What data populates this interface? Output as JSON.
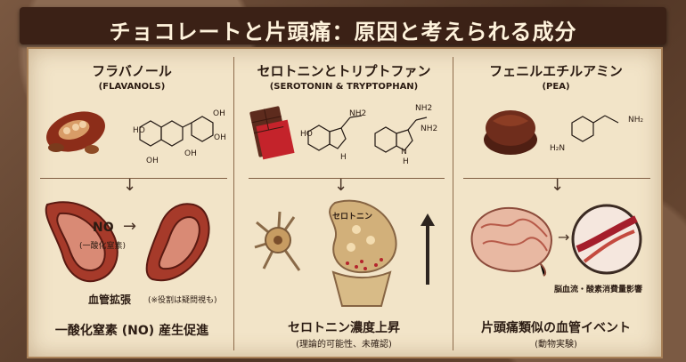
{
  "title": "チョコレートと片頭痛：原因と考えられる成分",
  "columns": [
    {
      "name": "フラバノール",
      "sub": "(FLAVANOLS)",
      "label_no": "NO",
      "label_nitric": "(一酸化窒素)",
      "label_vessel": "血管拡張",
      "label_vessel_note": "(※役割は疑問視も)",
      "footer": "一酸化窒素 (NO) 産生促進"
    },
    {
      "name": "セロトニンとトリプトファン",
      "sub": "(SEROTONIN & TRYPTOPHAN)",
      "label_serotonin": "セロトニン",
      "footer": "セロトニン濃度上昇",
      "footer_sub": "(理論的可能性、未確認)"
    },
    {
      "name": "フェニルエチルアミン",
      "sub": "(PEA)",
      "label_brain": "脳血流・酸素消費量影響",
      "footer": "片頭痛類似の血管イベント",
      "footer_sub": "(動物実験)"
    }
  ],
  "molecule_labels": {
    "ho1": "HO",
    "oh1": "OH",
    "oh2": "OH",
    "oh3": "OH",
    "oh4": "OH",
    "nh2_1": "NH2",
    "ho2": "HO",
    "h1": "H",
    "nh2_2": "NH2",
    "nh2_3": "NH2",
    "n1": "N",
    "h2": "H",
    "h2n": "H₂N",
    "nh2_4": "NH₂"
  }
}
